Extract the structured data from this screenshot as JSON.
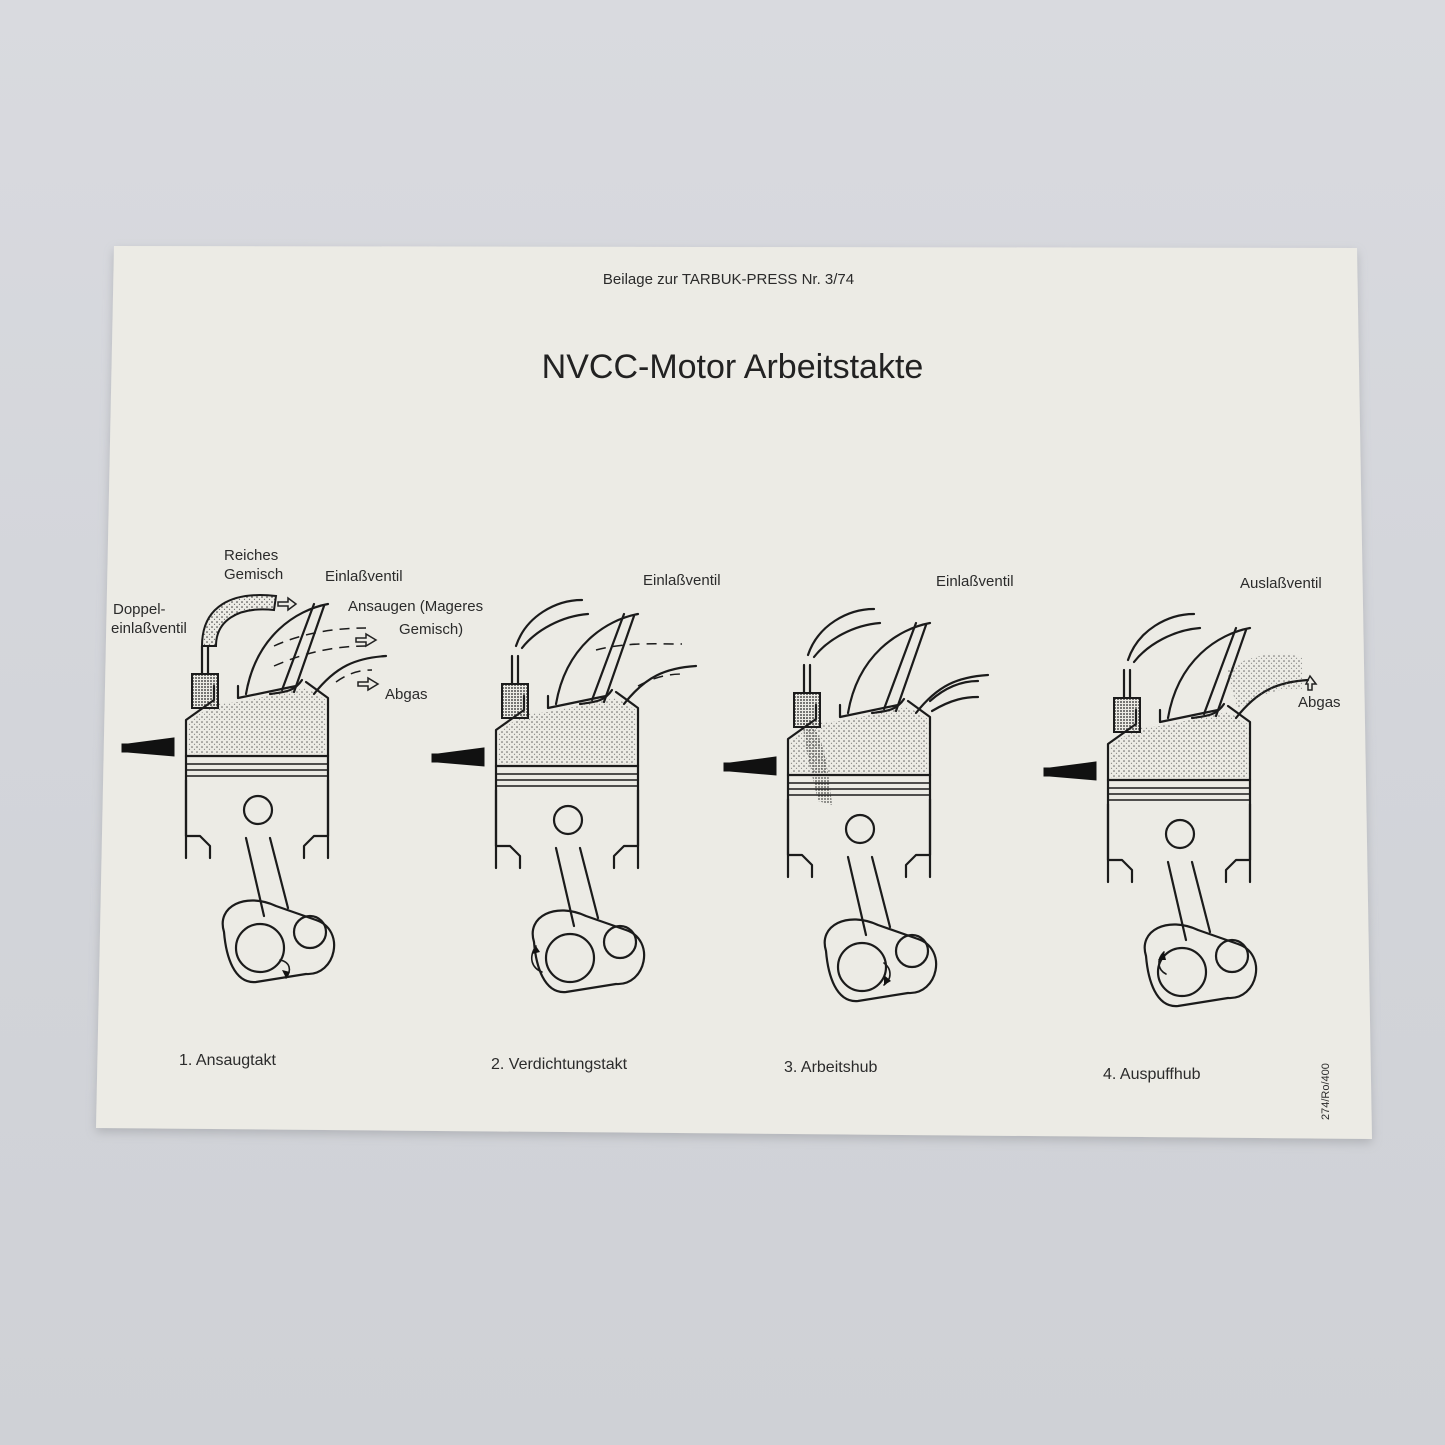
{
  "header": "Beilage zur TARBUK-PRESS Nr. 3/74",
  "title": "NVCC-Motor Arbeitstakte",
  "strokes": [
    {
      "caption": "1. Ansaugtakt",
      "labels": {
        "rich_mixture_1": "Reiches",
        "rich_mixture_2": "Gemisch",
        "double_valve_1": "Doppel-",
        "double_valve_2": "einlaßventil",
        "intake_valve": "Einlaßventil",
        "intake_1": "Ansaugen (Mageres",
        "intake_2": "Gemisch)",
        "exhaust": "Abgas"
      }
    },
    {
      "caption": "2. Verdichtungstakt",
      "labels": {
        "intake_valve": "Einlaßventil"
      }
    },
    {
      "caption": "3. Arbeitshub",
      "labels": {
        "intake_valve": "Einlaßventil"
      }
    },
    {
      "caption": "4. Auspuffhub",
      "labels": {
        "exhaust_valve": "Auslaßventil",
        "exhaust": "Abgas"
      }
    }
  ],
  "code": "274/Ro/400",
  "colors": {
    "paper": "#ecebe5",
    "background": "#d5d7dc",
    "ink": "#1b1b1b"
  }
}
